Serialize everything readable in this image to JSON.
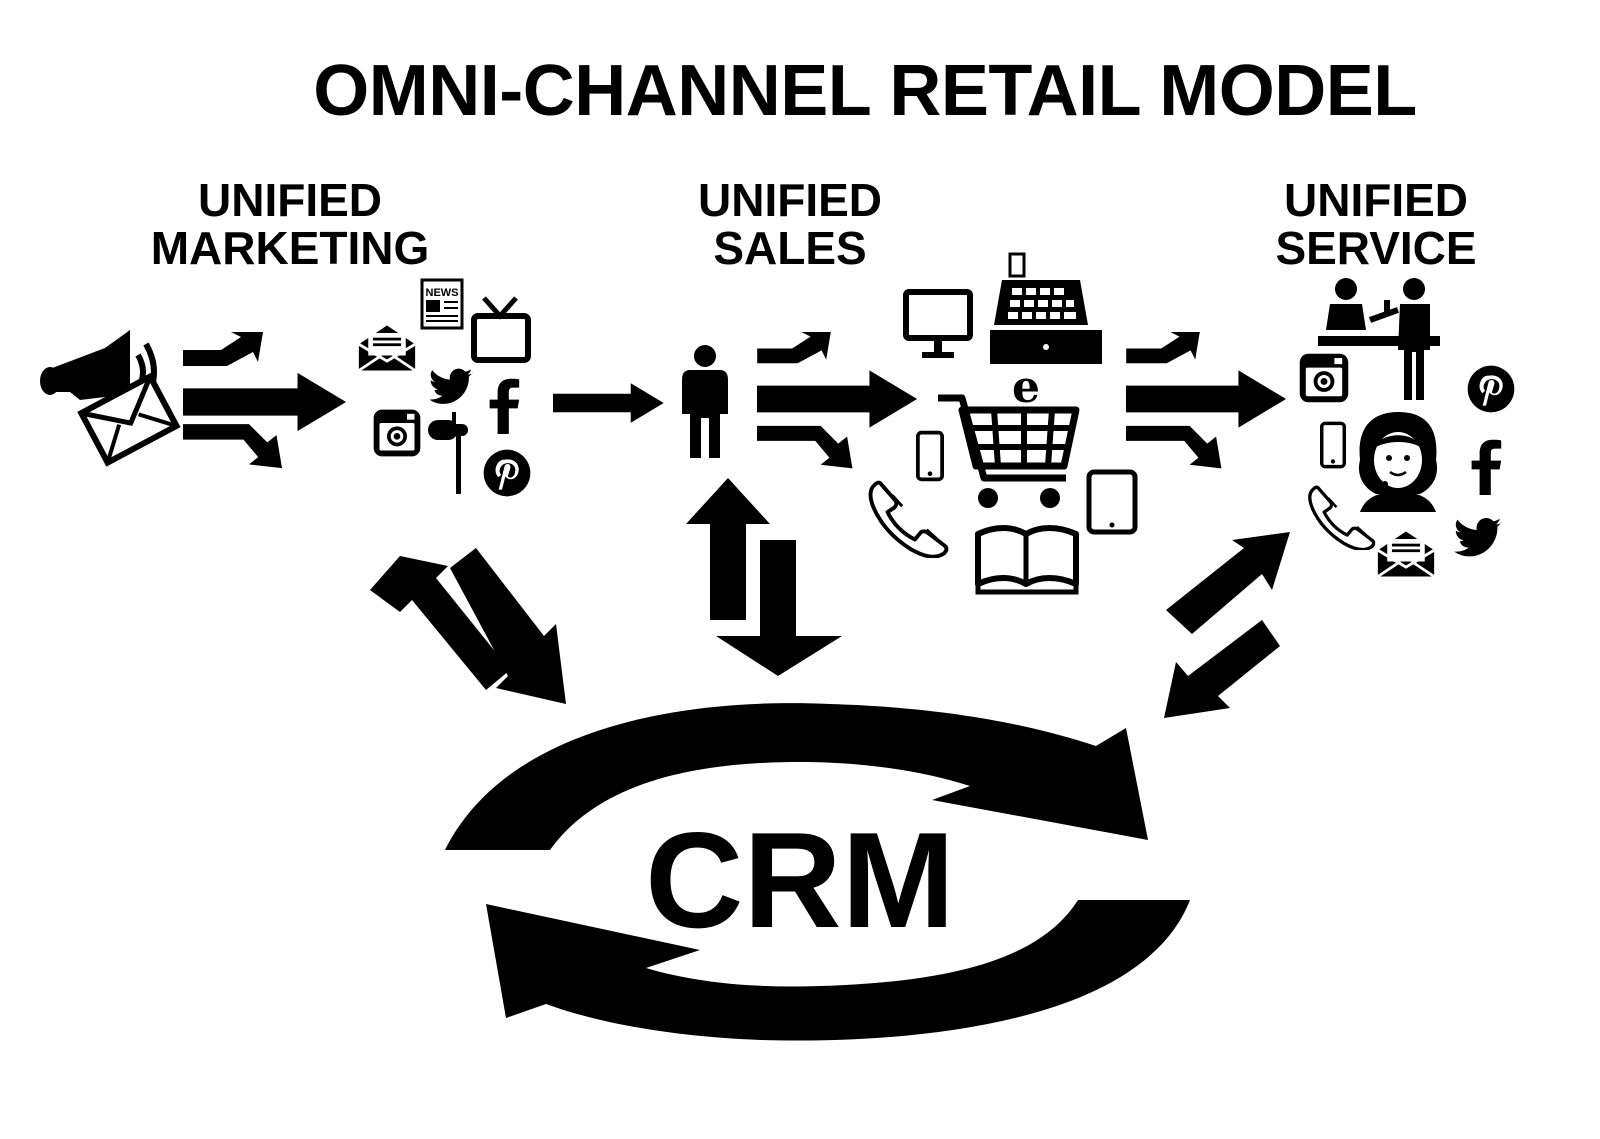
{
  "title": "OMNI-CHANNEL RETAIL MODEL",
  "sections": [
    {
      "line1": "UNIFIED",
      "line2": "MARKETING"
    },
    {
      "line1": "UNIFIED",
      "line2": "SALES"
    },
    {
      "line1": "UNIFIED",
      "line2": "SERVICE"
    }
  ],
  "hub": {
    "label": "CRM"
  },
  "icons": {
    "marketing": [
      "megaphone-icon",
      "envelope-icon",
      "newspaper-icon",
      "tv-icon",
      "mail-icon",
      "twitter-icon",
      "instagram-icon",
      "mailbox-icon",
      "facebook-icon",
      "pinterest-icon"
    ],
    "sales": [
      "person-icon",
      "monitor-icon",
      "cash-register-icon",
      "smartphone-icon",
      "shopping-cart-icon",
      "phone-icon",
      "tablet-icon",
      "catalog-book-icon"
    ],
    "service": [
      "service-desk-icon",
      "instagram-icon",
      "pinterest-icon",
      "smartphone-icon",
      "support-agent-icon",
      "facebook-icon",
      "phone-icon",
      "mail-icon",
      "twitter-icon"
    ]
  }
}
